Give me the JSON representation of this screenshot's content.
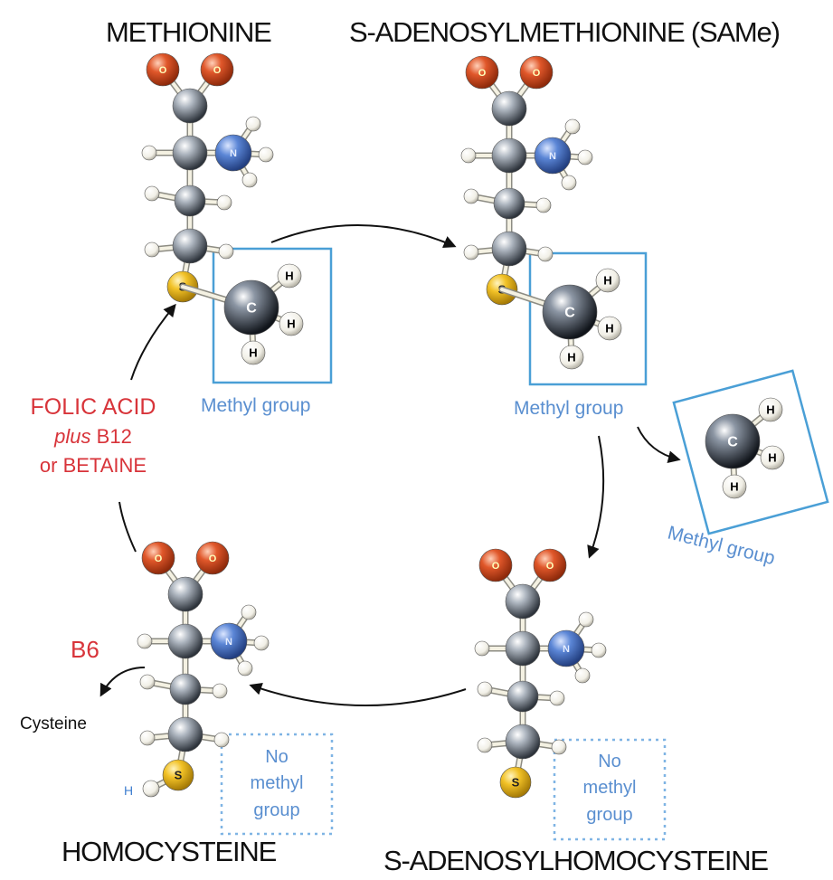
{
  "titles": {
    "methionine": "METHIONINE",
    "same": "S-ADENOSYLMETHIONINE (SAMe)",
    "homocysteine": "HOMOCYSTEINE",
    "sah": "S-ADENOSYLHOMOCYSTEINE"
  },
  "methyl_group": {
    "label": "Methyl group",
    "atom_c": "C",
    "atom_h": "H"
  },
  "no_methyl": {
    "line1": "No",
    "line2": "methyl",
    "line3": "group"
  },
  "cofactors": {
    "folic_acid": "FOLIC ACID",
    "plus": "plus",
    "b12": "B12",
    "or_betaine": "or BETAINE",
    "b6": "B6",
    "cysteine": "Cysteine"
  },
  "atoms": {
    "oxygen": "O",
    "nitrogen": "N",
    "sulfur": "S",
    "hydrogen": "H"
  },
  "colors": {
    "methyl_box": "#4a9fd6",
    "label_blue": "#5a8fd0",
    "label_red": "#d8343a",
    "oxygen": "#d9461c",
    "nitrogen": "#3f6fc4",
    "sulfur": "#e8b820",
    "carbon": "#6f7884"
  }
}
